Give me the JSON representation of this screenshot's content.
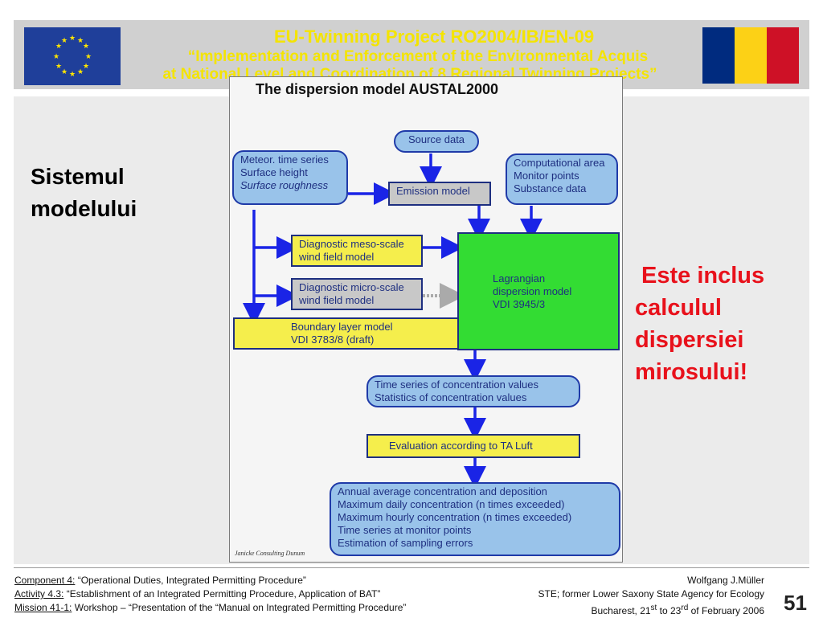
{
  "header": {
    "title_line1": "EU-Twinning  Project  RO2004/IB/EN-09",
    "title_line2": "“Implementation and Enforcement of the Environmental Acquis",
    "title_line3": "at National Level and Coordination of 8 Regional Twinning Projects”"
  },
  "colors": {
    "header_text": "#f4e400",
    "accent_red": "#e8111b",
    "eu_blue": "#1f3f9a",
    "ro_blue": "#002b7f",
    "ro_yellow": "#fcd116",
    "ro_red": "#ce1126"
  },
  "slide": {
    "left_title_line1": "Sistemul",
    "left_title_line2": "modelului",
    "right_note_lines": [
      "Este inclus",
      "calculul",
      "dispersiei",
      "mirosului!"
    ]
  },
  "diagram": {
    "title": "The dispersion model AUSTAL2000",
    "watermark": "Janicke Consulting Dunum",
    "boxes": {
      "source": "Source data",
      "meteo": [
        "Meteor. time series",
        "Surface height",
        "Surface roughness"
      ],
      "emission": "Emission model",
      "comp": [
        "Computational area",
        "Monitor points",
        "Substance data"
      ],
      "meso": [
        "Diagnostic meso-scale",
        "wind field model"
      ],
      "micro": [
        "Diagnostic micro-scale",
        "wind field model"
      ],
      "lagrange": [
        "Lagrangian",
        "dispersion model",
        "VDI 3945/3"
      ],
      "boundary": [
        "Boundary layer model",
        "VDI 3783/8 (draft)"
      ],
      "timeseries": [
        "Time series of concentration values",
        "Statistics of concentration values"
      ],
      "evaluation": "Evaluation according to TA Luft",
      "annual": [
        "Annual average concentration and deposition",
        "Maximum daily concentration (n times exceeded)",
        "Maximum hourly concentration (n times exceeded)",
        "Time series at monitor points",
        "Estimation of sampling errors"
      ]
    }
  },
  "footer": {
    "component_label": "Component 4:",
    "component_text": " “Operational Duties, Integrated Permitting Procedure”",
    "activity_label": "Activity 4.3:",
    "activity_text": " “Establishment of an Integrated Permitting Procedure, Application of BAT”",
    "mission_label": "Mission 41-1:",
    "mission_text": " Workshop – “Presentation of the “Manual on Integrated Permitting Procedure”",
    "author": "Wolfgang J.Müller",
    "affiliation": "STE; former Lower Saxony State Agency for Ecology",
    "date_prefix": "Bucharest, 21",
    "date_sup1": "st",
    "date_mid": " to 23",
    "date_sup2": "rd",
    "date_suffix": " of February 2006",
    "page_number": "51"
  }
}
